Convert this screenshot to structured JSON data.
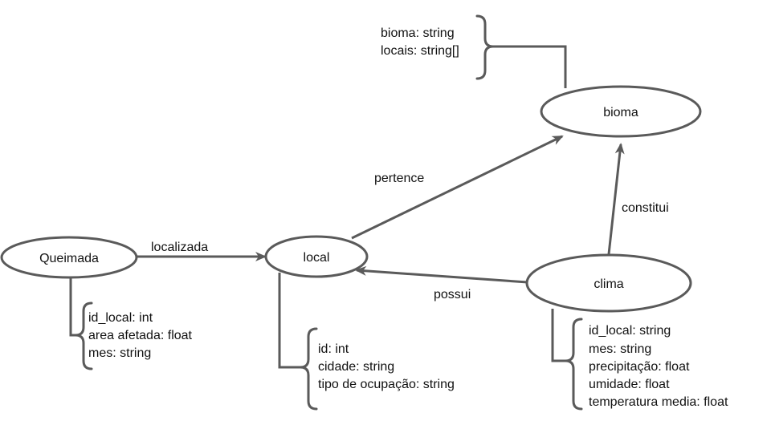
{
  "nodes": {
    "queimada": "Queimada",
    "local": "local",
    "bioma": "bioma",
    "clima": "clima"
  },
  "edges": {
    "localizada": "localizada",
    "pertence": "pertence",
    "possui": "possui",
    "constitui": "constitui"
  },
  "attributes": {
    "bioma": [
      "bioma: string",
      "locais: string[]"
    ],
    "queimada": [
      "id_local: int",
      "area afetada: float",
      "mes: string"
    ],
    "local": [
      "id: int",
      "cidade: string",
      "tipo de ocupação: string"
    ],
    "clima": [
      "id_local: string",
      "mes: string",
      "precipitação: float",
      "umidade: float",
      "temperatura media: float"
    ]
  },
  "colors": {
    "stroke": "#5a5a5a",
    "text": "#111111",
    "background": "#ffffff"
  }
}
